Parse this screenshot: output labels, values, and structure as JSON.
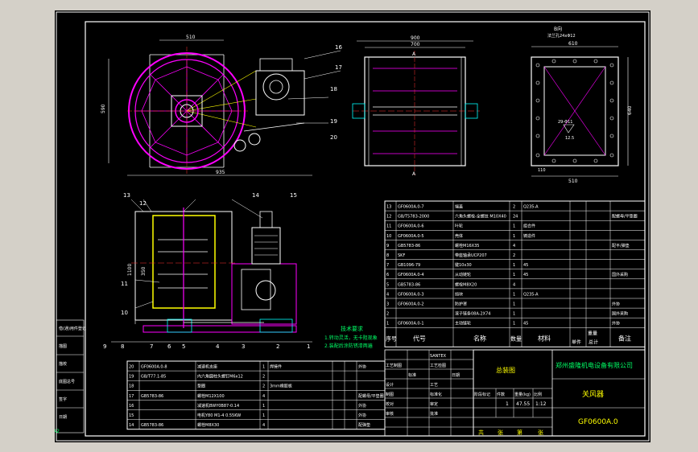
{
  "title_block": {
    "company": "郑州盛隆机电设备有限公司",
    "drawing_name": "关风器",
    "drawing_no": "GF0600A.0",
    "assembly_title": "总装图",
    "weight": "47.55",
    "scale": "1:12",
    "sheet_count": "1",
    "row_labels": [
      "设计",
      "制图",
      "审核",
      "工艺",
      "标准化",
      "批准"
    ],
    "stage_labels": [
      "阶段标记",
      "件数",
      "重量(kg)",
      "比例"
    ],
    "footer": [
      "共",
      "张",
      "第",
      "张"
    ]
  },
  "views": {
    "view_b_label": "B向",
    "view_b_sub": "法兰孔24xΦ12",
    "tolerance": "12.5",
    "hole_note": "29-Φ11"
  },
  "dims": {
    "top_width": "510",
    "height_left": "590",
    "base_width": "935",
    "mid_total": "900",
    "mid_inner": "700",
    "right_total": "610",
    "right_inner": "510",
    "right_height": "640",
    "right_pitch": "110",
    "lower_height": "1100",
    "lower_inner": "350"
  },
  "callouts": {
    "top": [
      "16",
      "17",
      "18",
      "19",
      "20"
    ],
    "front_top": [
      "13",
      "12",
      "14",
      "15"
    ],
    "front_left": [
      "11",
      "10"
    ],
    "bottom": [
      "9",
      "8",
      "7",
      "6",
      "5",
      "4",
      "3",
      "2",
      "1"
    ]
  },
  "tech_notes": {
    "title": "技术要求",
    "items": [
      "1.转动灵活，无卡阻现象",
      "2.装配后涂防锈漆两遍"
    ]
  },
  "bom_header": [
    "序号",
    "代号",
    "名称",
    "数量",
    "材料",
    "单件",
    "总计",
    "备注"
  ],
  "bom_weight_header": "重量",
  "bom_rows": [
    {
      "no": "13",
      "code": "GF0600A.0-7",
      "name": "端盖",
      "qty": "2",
      "mat": "Q235-A",
      "note": ""
    },
    {
      "no": "12",
      "code": "GB/T5783-2000",
      "name": "六角头螺栓-全螺纹 M10X40",
      "qty": "24",
      "mat": "",
      "note": "配螺母/平垫圈"
    },
    {
      "no": "11",
      "code": "GF0600A.0-6",
      "name": "叶轮",
      "qty": "1",
      "mat": "组合件",
      "note": ""
    },
    {
      "no": "10",
      "code": "GF0600A.0-5",
      "name": "壳体",
      "qty": "1",
      "mat": "铸造件",
      "note": ""
    },
    {
      "no": "9",
      "code": "GB5783-86",
      "name": "螺栓M16X35",
      "qty": "4",
      "mat": "",
      "note": "配平/弹垫"
    },
    {
      "no": "8",
      "code": "SKF",
      "name": "带座轴承UCP207",
      "qty": "2",
      "mat": "",
      "note": ""
    },
    {
      "no": "7",
      "code": "GB1096-79",
      "name": "键10x30",
      "qty": "1",
      "mat": "45",
      "note": ""
    },
    {
      "no": "6",
      "code": "GF0600A.0-4",
      "name": "从动链轮",
      "qty": "1",
      "mat": "45",
      "note": "国外采购"
    },
    {
      "no": "5",
      "code": "GB5783-86",
      "name": "螺栓M8X20",
      "qty": "4",
      "mat": "",
      "note": ""
    },
    {
      "no": "4",
      "code": "GF0600A.0-3",
      "name": "挡块",
      "qty": "1",
      "mat": "Q235-A",
      "note": ""
    },
    {
      "no": "3",
      "code": "GF0600A.0-2",
      "name": "防护罩",
      "qty": "1",
      "mat": "",
      "note": "外协"
    },
    {
      "no": "2",
      "code": "",
      "name": "滚子链条08A-2X74",
      "qty": "1",
      "mat": "",
      "note": "国外采购"
    },
    {
      "no": "1",
      "code": "GF0600A.0-1",
      "name": "主动链轮",
      "qty": "1",
      "mat": "45",
      "note": "外协"
    }
  ],
  "bom2_rows": [
    {
      "no": "20",
      "code": "GF0600A.0-8",
      "name": "减速机支座",
      "qty": "1",
      "mat": "焊接件",
      "note": "外协"
    },
    {
      "no": "19",
      "code": "GB/T77.1-85",
      "name": "内六角圆柱头螺钉M6x12",
      "qty": "2",
      "mat": "",
      "note": ""
    },
    {
      "no": "18",
      "code": "",
      "name": "垫圈",
      "qty": "2",
      "mat": "3mm橡胶板",
      "note": ""
    },
    {
      "no": "17",
      "code": "GB5783-86",
      "name": "螺栓M12X100",
      "qty": "4",
      "mat": "",
      "note": "配螺母/平垫圈"
    },
    {
      "no": "16",
      "code": "",
      "name": "减速机BWY0B87-0.14",
      "qty": "1",
      "mat": "",
      "note": "外协"
    },
    {
      "no": "15",
      "code": "",
      "name": "电机Y80 M1-4 0.55KW",
      "qty": "1",
      "mat": "",
      "note": "外协"
    },
    {
      "no": "14",
      "code": "GB5783-86",
      "name": "螺栓M8X30",
      "qty": "4",
      "mat": "",
      "note": "配弹垫"
    }
  ],
  "small_table": [
    "SANTEX",
    "工艺制图",
    "工艺检图",
    "标准",
    "日期",
    "审定",
    "校对",
    "设计"
  ],
  "left_strip": [
    "借(通)用件登记",
    "描图",
    "描校",
    "底图总号",
    "签字",
    "日期"
  ],
  "corner_mark": "A2"
}
